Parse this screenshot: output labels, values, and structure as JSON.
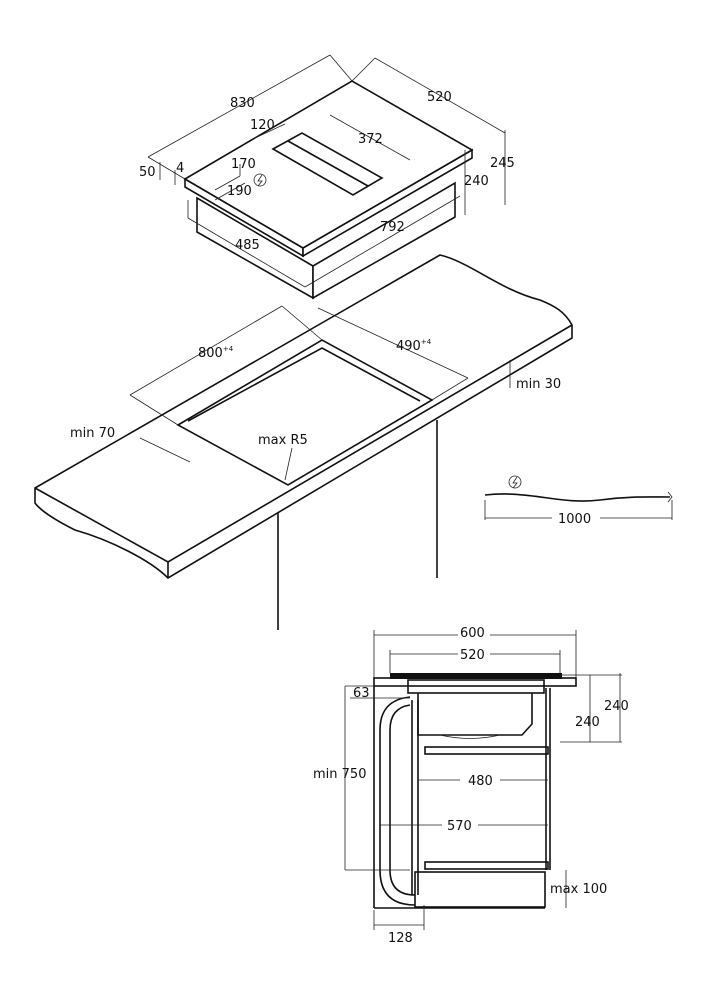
{
  "hob": {
    "d830": "830",
    "d520": "520",
    "d120": "120",
    "d372": "372",
    "d245": "245",
    "d240": "240",
    "d170": "170",
    "d190": "190",
    "d50": "50",
    "d4": "4",
    "d485": "485",
    "d792": "792"
  },
  "countertop": {
    "d800": "800",
    "d800_sup": "+4",
    "d490": "490",
    "d490_sup": "+4",
    "min30": "min 30",
    "min70": "min 70",
    "maxR5": "max R5"
  },
  "cable": {
    "d1000": "1000"
  },
  "cabinet": {
    "d600": "600",
    "d520": "520",
    "d63": "63",
    "min750": "min 750",
    "d240a": "240",
    "d240b": "240",
    "d480": "480",
    "d570": "570",
    "max100": "max 100",
    "d128": "128"
  }
}
